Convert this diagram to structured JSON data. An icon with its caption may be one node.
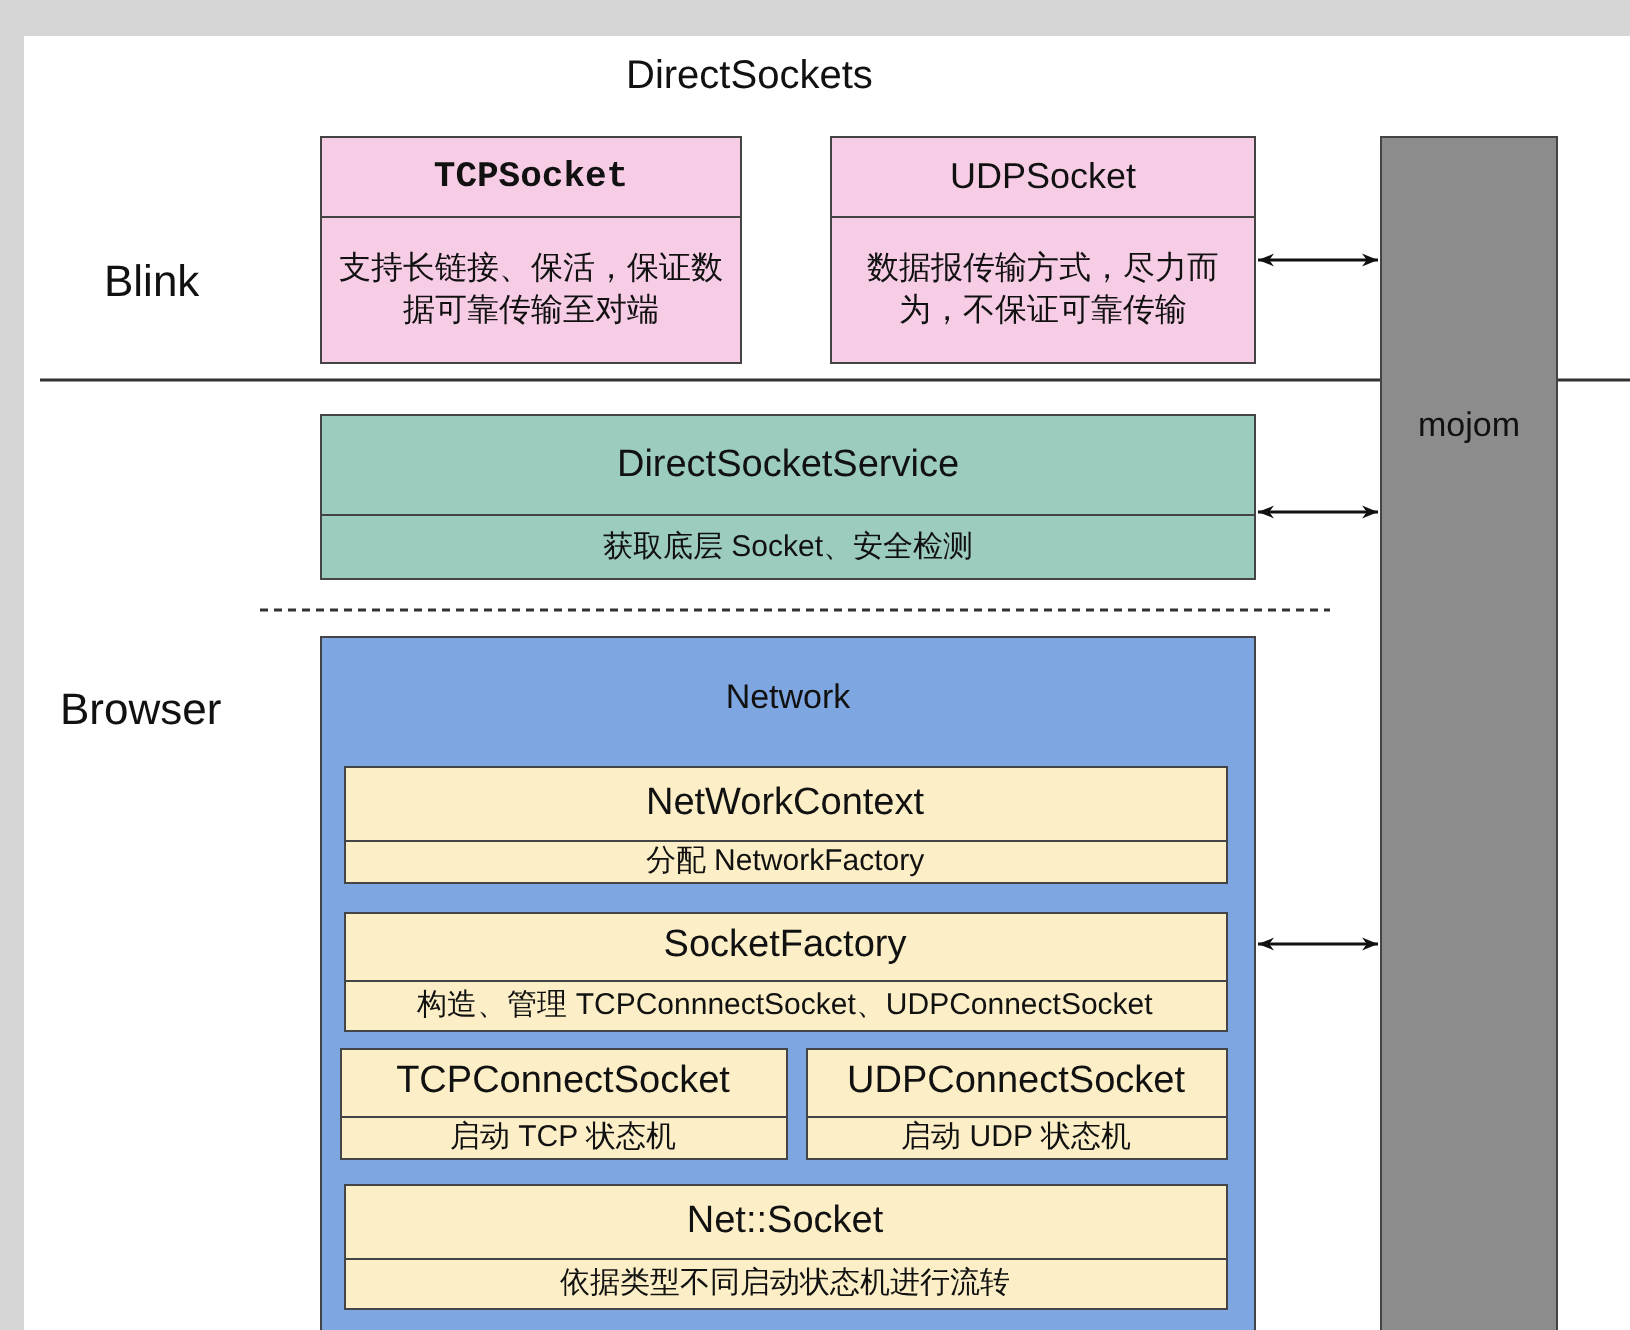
{
  "diagram": {
    "title": "DirectSockets",
    "nodes": [
      {
        "text": [
          "TCPSocket",
          "支持长链接、保活，保证数据可靠传输至对端"
        ]
      },
      {
        "text": [
          "UDPSocket",
          "数据报传输方式，尽力而为，不保证可靠传输"
        ]
      },
      {
        "text": [
          "DirectSocketService",
          "获取底层 Socket、安全检测"
        ]
      },
      {
        "text": [
          "Network"
        ]
      },
      {
        "text": [
          "NetWorkContext",
          "分配 NetworkFactory"
        ],
        "in": 3
      },
      {
        "text": [
          "SocketFactory",
          "构造、管理 TCPConnnectSocket、UDPConnectSocket"
        ],
        "in": 3
      },
      {
        "text": [
          "TCPConnectSocket",
          "启动 TCP 状态机"
        ],
        "in": 3
      },
      {
        "text": [
          "UDPConnectSocket",
          "启动 UDP 状态机"
        ],
        "in": 3
      },
      {
        "text": [
          "Net::Socket",
          "依据类型不同启动状态机进行流转"
        ],
        "in": 3
      },
      {
        "text": [
          "mojom"
        ]
      }
    ],
    "edges": [
      {
        "from": 1,
        "to": 9,
        "arrow": "both"
      },
      {
        "from": 2,
        "to": 9,
        "arrow": "both"
      },
      {
        "from": 3,
        "to": 9,
        "arrow": "both"
      }
    ],
    "labels": [
      "Blink",
      "Browser"
    ]
  }
}
